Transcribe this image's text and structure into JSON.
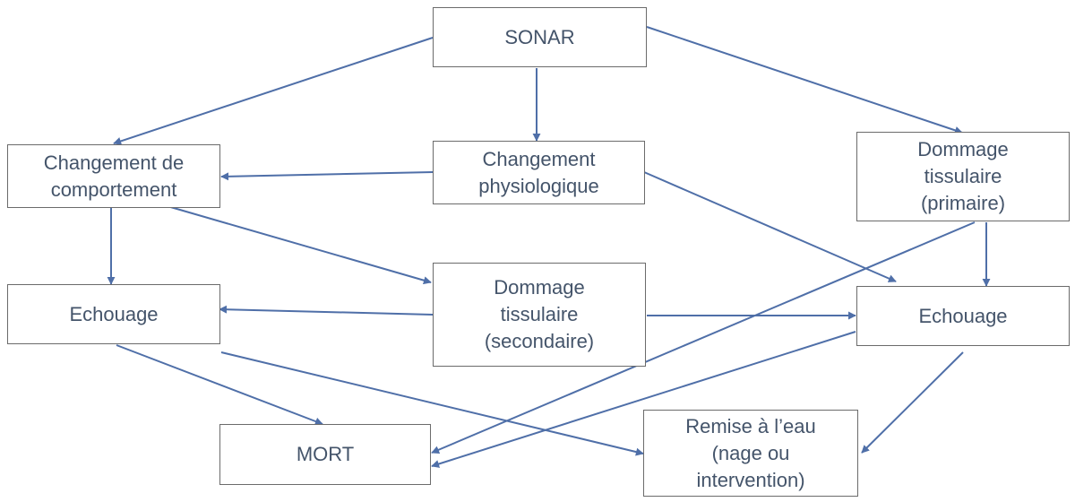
{
  "colors": {
    "arrow": "#4f6fa8",
    "border": "#6b6b6b",
    "text": "#44546a"
  },
  "nodes": {
    "sonar": {
      "lines": [
        "SONAR"
      ]
    },
    "changement_comportement": {
      "lines": [
        "Changement de",
        "comportement"
      ]
    },
    "changement_physiologique": {
      "lines": [
        "Changement",
        "physiologique"
      ]
    },
    "dommage_primaire": {
      "lines": [
        "Dommage",
        "tissulaire",
        "(primaire)"
      ]
    },
    "echouage_gauche": {
      "lines": [
        "Echouage"
      ]
    },
    "dommage_secondaire": {
      "lines": [
        "Dommage",
        "tissulaire",
        "(secondaire)"
      ]
    },
    "echouage_droite": {
      "lines": [
        "Echouage"
      ]
    },
    "mort": {
      "lines": [
        "MORT"
      ]
    },
    "remise_eau": {
      "lines": [
        "Remise à l’eau",
        "(nage ou",
        "intervention)"
      ]
    }
  }
}
